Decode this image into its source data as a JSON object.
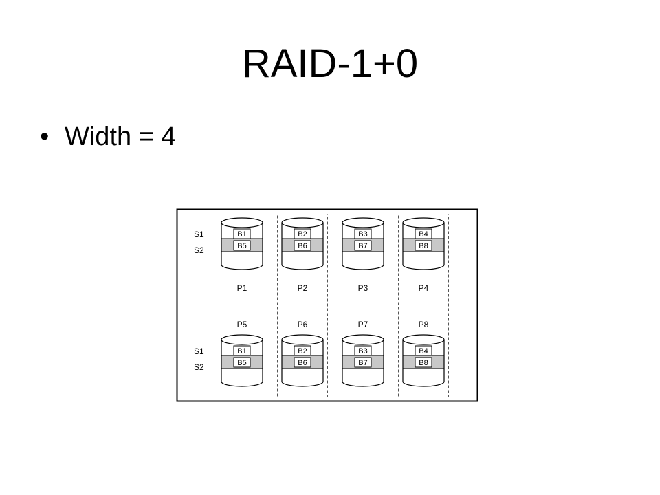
{
  "slide": {
    "title": "RAID-1+0",
    "bullets": [
      {
        "marker": "•",
        "text": "Width = 4"
      }
    ]
  },
  "diagram": {
    "stripe_labels": [
      "S1",
      "S2"
    ],
    "groups": [
      {
        "top": {
          "disk": "P1",
          "blocks": [
            "B1",
            "B5"
          ]
        },
        "bottom": {
          "disk": "P5",
          "blocks": [
            "B1",
            "B5"
          ]
        }
      },
      {
        "top": {
          "disk": "P2",
          "blocks": [
            "B2",
            "B6"
          ]
        },
        "bottom": {
          "disk": "P6",
          "blocks": [
            "B2",
            "B6"
          ]
        }
      },
      {
        "top": {
          "disk": "P3",
          "blocks": [
            "B3",
            "B7"
          ]
        },
        "bottom": {
          "disk": "P7",
          "blocks": [
            "B3",
            "B7"
          ]
        }
      },
      {
        "top": {
          "disk": "P4",
          "blocks": [
            "B4",
            "B8"
          ]
        },
        "bottom": {
          "disk": "P8",
          "blocks": [
            "B4",
            "B8"
          ]
        }
      }
    ],
    "colors": {
      "stripe_band": "#c8c8c8",
      "line": "#000000",
      "dashed": "#555555"
    }
  }
}
